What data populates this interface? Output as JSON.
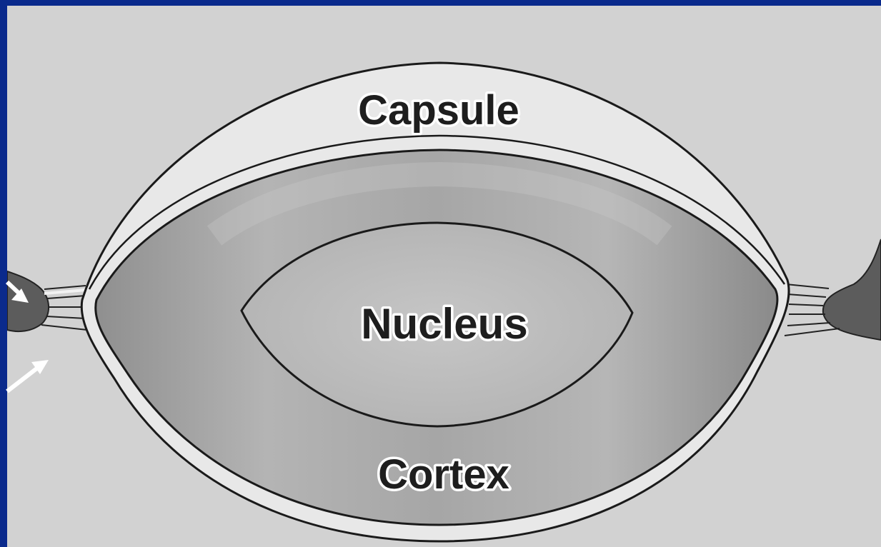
{
  "diagram": {
    "labels": {
      "capsule": "Capsule",
      "nucleus": "Nucleus",
      "cortex": "Cortex"
    }
  },
  "colors": {
    "frame": "#0a2a8c",
    "panel": "#d2d2d2",
    "capsule_band": "#e6e6e6",
    "cortex": "#a2a2a2",
    "nucleus": "#c2c2c2",
    "ciliary_body": "#5c5c5c",
    "arrow": "#ffffff"
  }
}
